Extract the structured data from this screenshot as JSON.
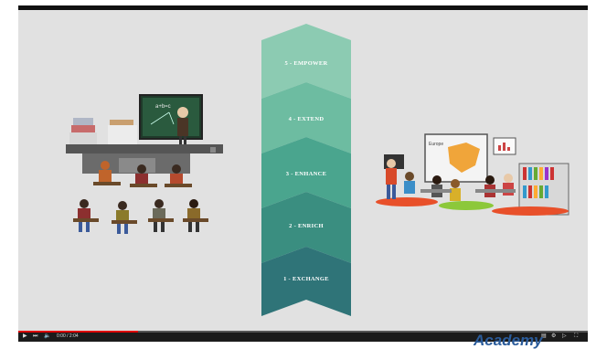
{
  "video": {
    "progress_fraction": 0.21,
    "time_display": "0:00 / 2:04"
  },
  "diagram": {
    "steps": [
      {
        "label": "5 - EMPOWER",
        "color": "#8ccbb2"
      },
      {
        "label": "4 - EXTEND",
        "color": "#6dbca1"
      },
      {
        "label": "3 - ENHANCE",
        "color": "#4aa58e"
      },
      {
        "label": "2 - ENRICH",
        "color": "#3a8e80"
      },
      {
        "label": "1 - EXCHANGE",
        "color": "#2f7478"
      }
    ],
    "blackboard_text": "a+b=c",
    "map_label": "Europe"
  },
  "brand": {
    "text": "Academy"
  },
  "colors": {
    "stage_bg": "#e1e1e1",
    "brand": "#2a5b9a",
    "progress": "#dd0000"
  }
}
